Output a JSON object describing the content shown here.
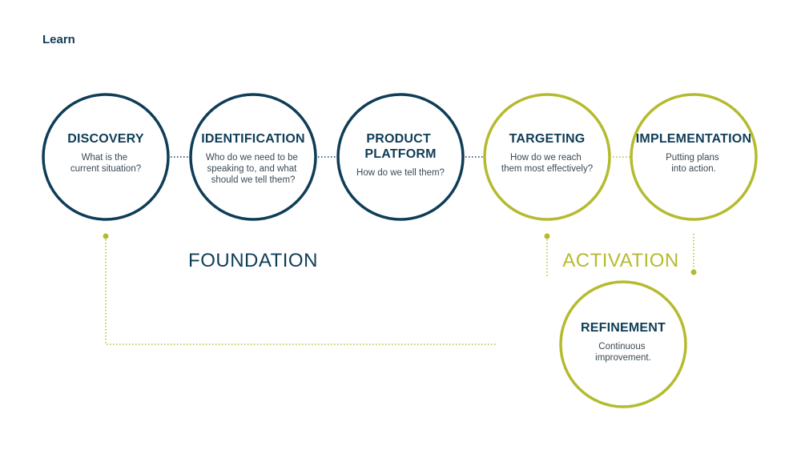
{
  "title": "Learn",
  "colors": {
    "navy": "#0f3d57",
    "lime": "#b5bb2e",
    "text_gray": "#3a4a55"
  },
  "nodes": {
    "discovery": {
      "title_lines": [
        "DISCOVERY"
      ],
      "desc_lines": [
        "What is the",
        "current situation?"
      ],
      "group": "foundation"
    },
    "identification": {
      "title_lines": [
        "IDENTIFICATION"
      ],
      "desc_lines": [
        "Who do we need to be",
        "speaking to, and what",
        "should we tell them?"
      ],
      "group": "foundation"
    },
    "product_platform": {
      "title_lines": [
        "PRODUCT",
        "PLATFORM"
      ],
      "desc_lines": [
        "How do we tell them?"
      ],
      "group": "foundation"
    },
    "targeting": {
      "title_lines": [
        "TARGETING"
      ],
      "desc_lines": [
        "How do we reach",
        "them most effectively?"
      ],
      "group": "activation"
    },
    "implementation": {
      "title_lines": [
        "IMPLEMENTATION"
      ],
      "desc_lines": [
        "Putting plans",
        "into action."
      ],
      "group": "activation"
    },
    "refinement": {
      "title_lines": [
        "REFINEMENT"
      ],
      "desc_lines": [
        "Continuous",
        "improvement."
      ],
      "group": "activation"
    }
  },
  "phases": {
    "foundation": "FOUNDATION",
    "activation": "ACTIVATION"
  }
}
